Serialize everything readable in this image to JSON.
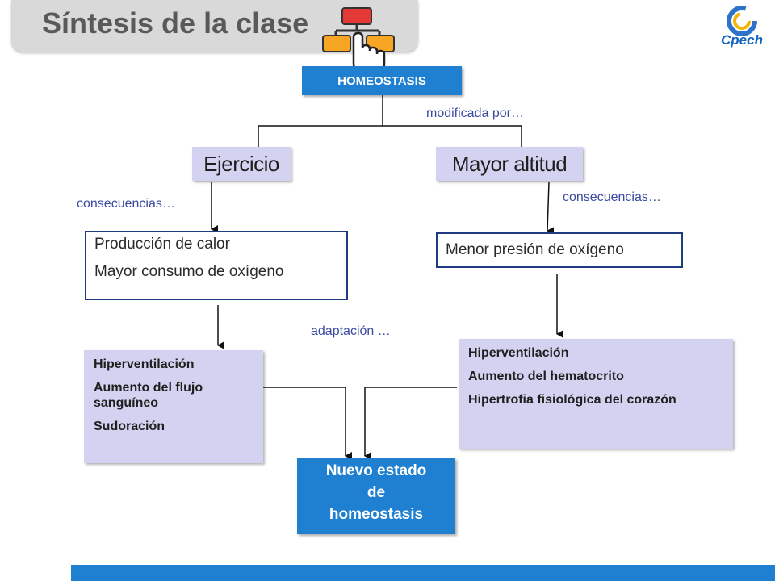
{
  "header": {
    "title": "Síntesis de la clase",
    "icon": "flowchart-hand-icon",
    "logo_text": "Cpech"
  },
  "diagram": {
    "root": "HOMEOSTASIS",
    "modifier_label": "modificada por…",
    "branch_left": "Ejercicio",
    "branch_right": "Mayor altitud",
    "consequence_label_left": "consecuencias…",
    "consequence_label_right": "consecuencias…",
    "left_effects": [
      "Producción de calor",
      "Mayor consumo de oxígeno"
    ],
    "right_effect": "Menor presión de oxígeno",
    "adaptation_label": "adaptación …",
    "left_adaptations": [
      "Hiperventilación",
      "Aumento del flujo sanguíneo",
      "Sudoración"
    ],
    "right_adaptations": [
      "Hiperventilación",
      "Aumento del hematocrito",
      "Hipertrofia fisiológica del corazón"
    ],
    "result": [
      "Nuevo estado",
      "de",
      "homeostasis"
    ]
  },
  "colors": {
    "accent_blue": "#1f7fd1",
    "lavender": "#d3d3f1",
    "outline_navy": "#1f3b82",
    "annotation_text": "#3a4aa0",
    "title_gray": "#595959"
  }
}
